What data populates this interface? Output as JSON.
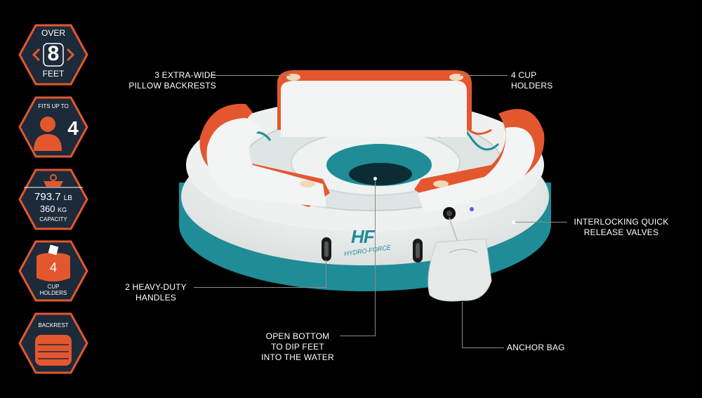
{
  "colors": {
    "background": "#000000",
    "badge_fill": "#1c2a3a",
    "badge_accent": "#e4572e",
    "float_white": "#f1f3f2",
    "float_teal": "#1f8c97",
    "float_orange": "#e4572e"
  },
  "badges": {
    "size": {
      "top": "OVER",
      "number": "8",
      "bottom": "FEET"
    },
    "capacity": {
      "top": "FITS UP TO",
      "number": "4"
    },
    "weight": {
      "lb_value": "793.7",
      "lb_unit": "LB",
      "kg_value": "360",
      "kg_unit": "KG",
      "caption": "CAPACITY"
    },
    "cups": {
      "number": "4",
      "caption_1": "CUP",
      "caption_2": "HOLDERS"
    },
    "backrest": {
      "caption": "BACKREST"
    }
  },
  "product": {
    "logo": "HF",
    "brand": "HYDRO-FORCE"
  },
  "callouts": {
    "backrests": [
      "3 EXTRA-WIDE",
      "PILLOW BACKRESTS"
    ],
    "cup_holders": [
      "4 CUP",
      "HOLDERS"
    ],
    "valves": [
      "INTERLOCKING QUICK",
      "RELEASE VALVES"
    ],
    "handles": [
      "2 HEAVY-DUTY",
      "HANDLES"
    ],
    "open_bottom": [
      "OPEN BOTTOM",
      "TO DIP FEET",
      "INTO THE WATER"
    ],
    "anchor_bag": [
      "ANCHOR BAG"
    ]
  }
}
